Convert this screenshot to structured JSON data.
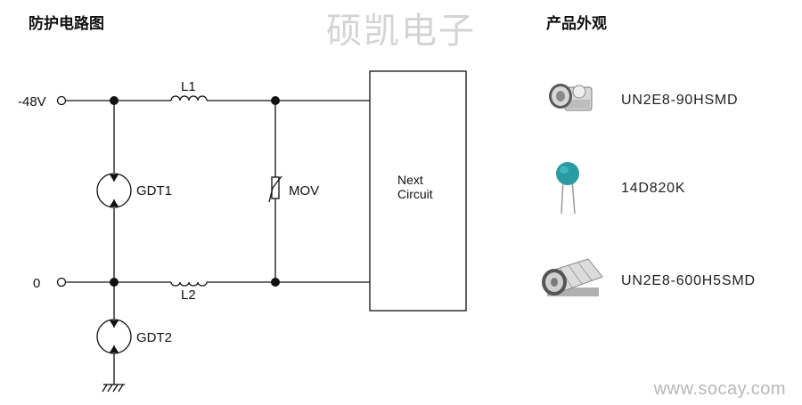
{
  "left_panel": {
    "title": "防护电路图"
  },
  "right_panel": {
    "title": "产品外观"
  },
  "watermark": "硕凯电子",
  "site_url": "www.socay.com",
  "circuit": {
    "terminals": {
      "negative": "-48V",
      "ground": "0"
    },
    "inductors": {
      "l1": "L1",
      "l2": "L2"
    },
    "gdt1": "GDT1",
    "gdt2": "GDT2",
    "mov": "MOV",
    "next_circuit": {
      "line1": "Next",
      "line2": "Circuit"
    }
  },
  "products": [
    {
      "name": "UN2E8-90HSMD",
      "icon": "smd-gdt-icon"
    },
    {
      "name": "14D820K",
      "icon": "varistor-icon"
    },
    {
      "name": "UN2E8-600H5SMD",
      "icon": "smd-gdt-cylinder-icon"
    }
  ],
  "colors": {
    "line": "#111111",
    "varistor": "#2a9aa3",
    "watermark": "#d4d4d4",
    "url": "#b8b8b8"
  }
}
